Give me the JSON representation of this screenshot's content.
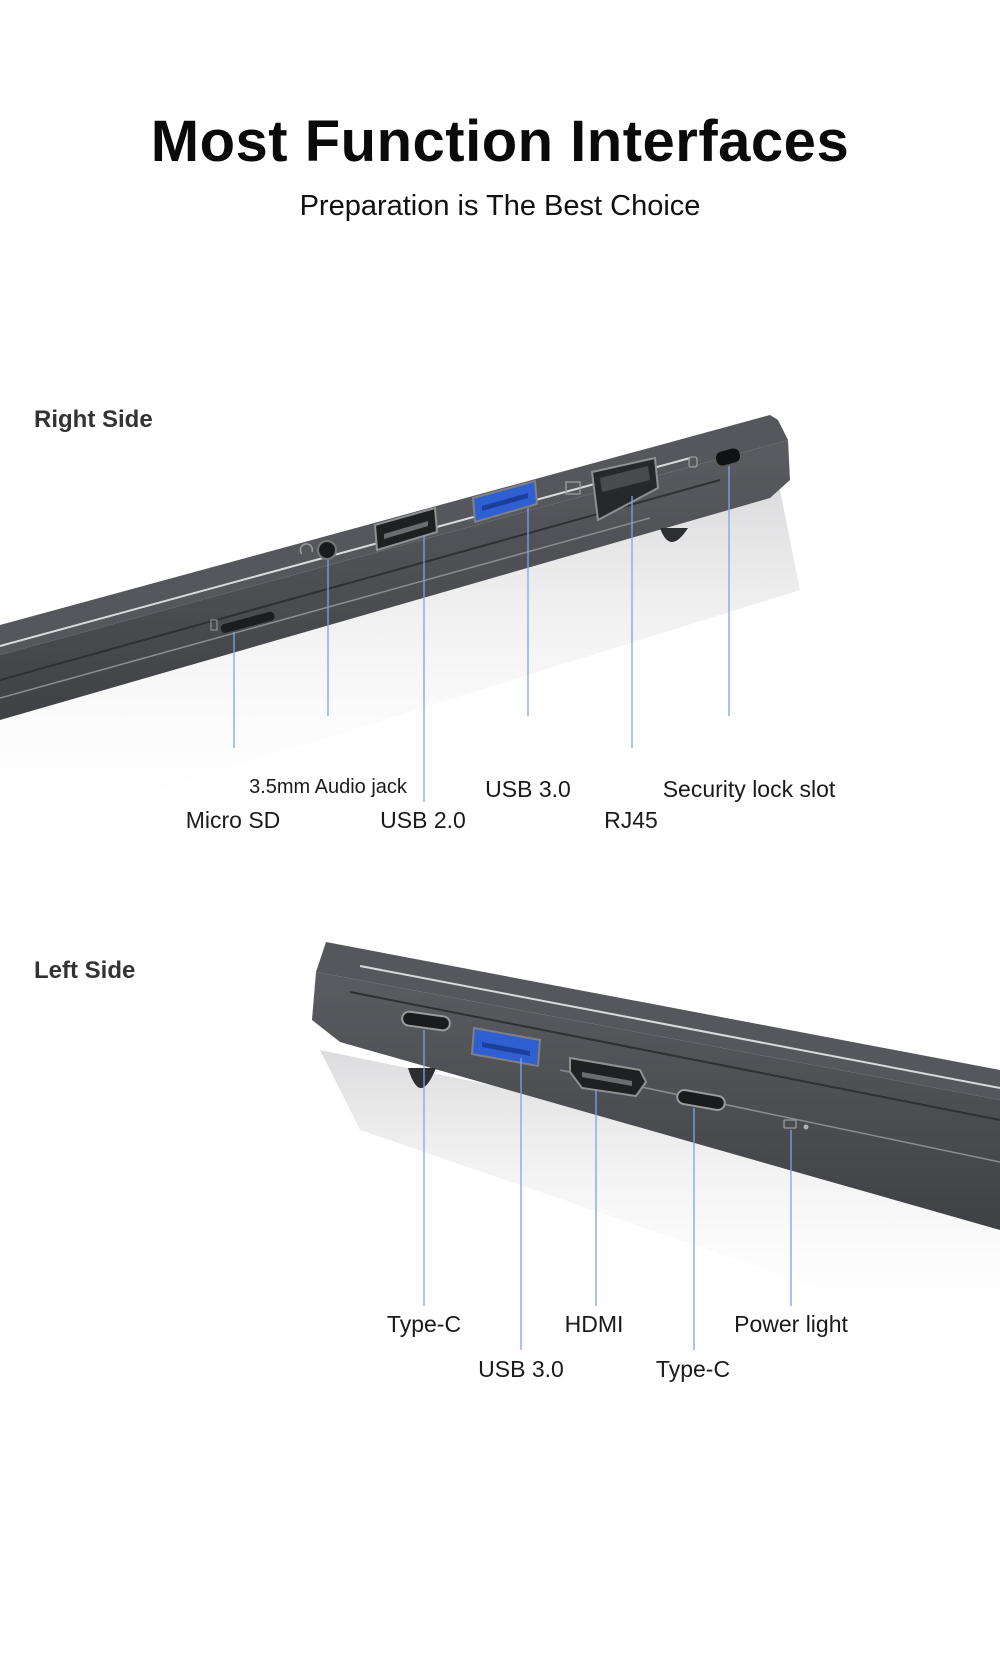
{
  "header": {
    "title": "Most Function Interfaces",
    "subtitle": "Preparation is The Best Choice"
  },
  "right_side": {
    "label": "Right Side",
    "ports": [
      {
        "name": "Micro SD",
        "icon": "micro-sd-slot-icon"
      },
      {
        "name": "3.5mm Audio jack",
        "icon": "audio-jack-icon"
      },
      {
        "name": "USB 2.0",
        "icon": "usb-port-icon"
      },
      {
        "name": "USB 3.0",
        "icon": "usb-3-port-icon"
      },
      {
        "name": "RJ45",
        "icon": "ethernet-port-icon"
      },
      {
        "name": "Security lock slot",
        "icon": "lock-slot-icon"
      }
    ]
  },
  "left_side": {
    "label": "Left Side",
    "ports": [
      {
        "name": "Type-C",
        "icon": "type-c-port-icon"
      },
      {
        "name": "USB 3.0",
        "icon": "usb-3-port-icon"
      },
      {
        "name": "HDMI",
        "icon": "hdmi-port-icon"
      },
      {
        "name": "Type-C",
        "icon": "type-c-port-icon"
      },
      {
        "name": "Power light",
        "icon": "power-light-icon"
      }
    ]
  },
  "colors": {
    "body_gray": "#4a4c50",
    "usb3_blue": "#2f5fd0",
    "leader_line": "#7ea3e6"
  }
}
